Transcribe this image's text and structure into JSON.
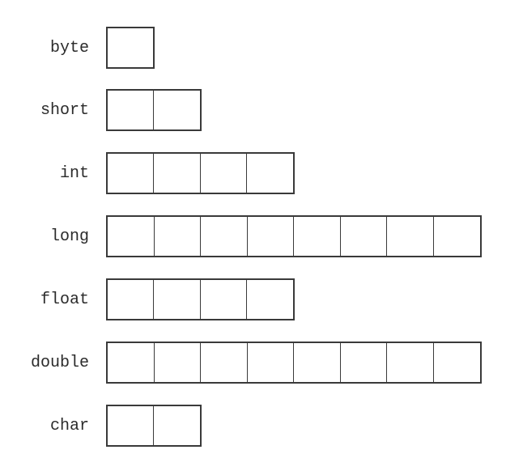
{
  "rows": [
    {
      "label": "byte",
      "bytes": 1
    },
    {
      "label": "short",
      "bytes": 2
    },
    {
      "label": "int",
      "bytes": 4
    },
    {
      "label": "long",
      "bytes": 8
    },
    {
      "label": "float",
      "bytes": 4
    },
    {
      "label": "double",
      "bytes": 8
    },
    {
      "label": "char",
      "bytes": 2
    }
  ]
}
